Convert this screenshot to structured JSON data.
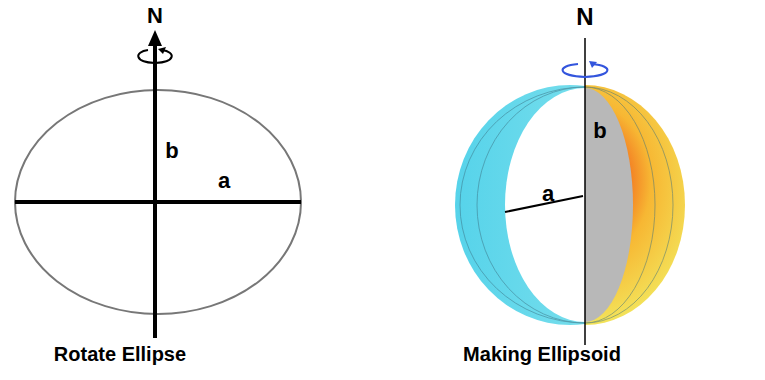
{
  "diagram": {
    "labels": [
      "N",
      "b",
      "a",
      "Rotate Ellipse",
      "N",
      "b",
      "a",
      "Making Ellipsoid"
    ]
  }
}
